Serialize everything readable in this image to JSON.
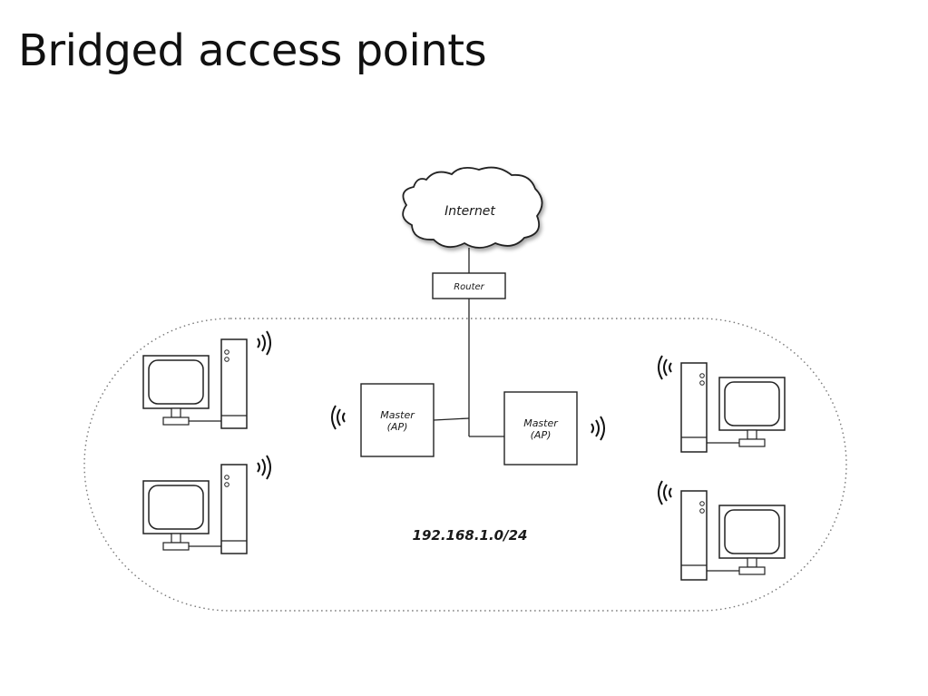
{
  "title": "Bridged access points",
  "diagram": {
    "cloud_label": "Internet",
    "router_label": "Router",
    "ap_left": {
      "line1": "Master",
      "line2": "(AP)"
    },
    "ap_right": {
      "line1": "Master",
      "line2": "(AP)"
    },
    "subnet_label": "192.168.1.0/24"
  },
  "icons": {
    "wireless_signal": "wifi-signal-icon",
    "client_computer": "desktop-computer-icon"
  }
}
